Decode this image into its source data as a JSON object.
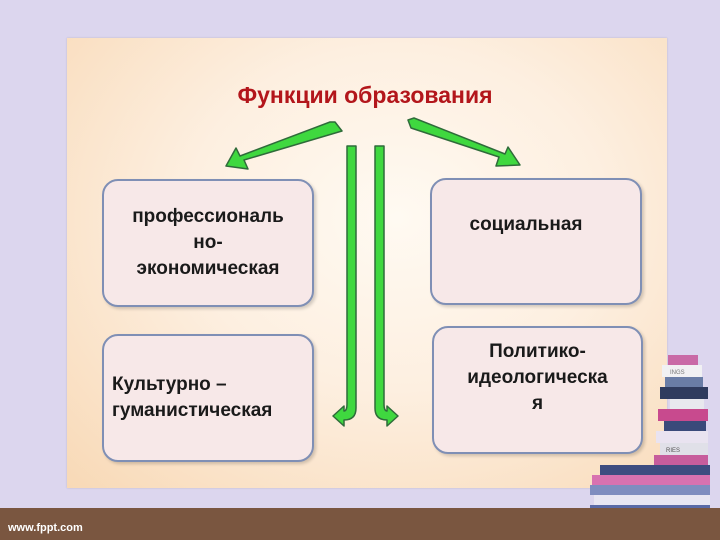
{
  "title": "Функции образования",
  "boxes": {
    "top_left": "профессиональ\nно-\nэкономическая",
    "top_right": "социальная",
    "bottom_left": "Культурно –\nгуманистическая",
    "bottom_right": "Политико-\nидеологическа\nя"
  },
  "watermark": "www.fppt.com",
  "colors": {
    "title": "#b3161b",
    "arrow_fill": "#3fd83f",
    "arrow_stroke": "#2f6b3a",
    "box_fill": "#f7e8e8",
    "box_border": "#7f8fb5"
  },
  "decor": {
    "book_labels": [
      "INGS",
      "RIES"
    ]
  }
}
